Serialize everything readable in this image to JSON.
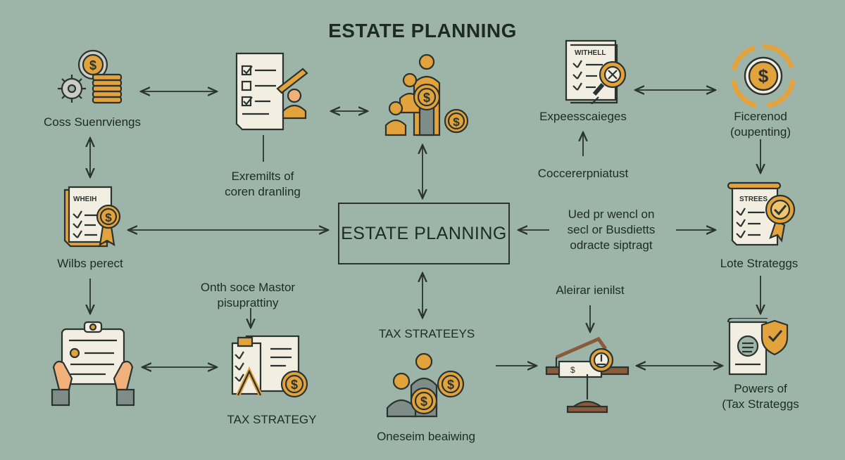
{
  "title": "ESTATE PLANNING",
  "hub": "ESTATE PLANNING",
  "labels": {
    "coss": "Coss Suenrviengs",
    "exremits": [
      "Exremilts of",
      "coren dranling"
    ],
    "expesscaieges": "Expeesscaieges",
    "ficerenod": [
      "Ficerenod",
      "(oupenting)"
    ],
    "coccerer": "Coccererpniatust",
    "wilbs": "Wilbs perect",
    "uied": [
      "Ued pr wencl on",
      "secl or Busdietts",
      "odracte siptragt"
    ],
    "lote": "Lote Strateggs",
    "onth": [
      "Onth soce Mastor",
      "pisuprattiny"
    ],
    "alelrar": "Aleirar ienilst",
    "tax_strateeys": "TAX STRATEEYS",
    "tax_strategy": "TAX STRATEGY",
    "oneseim": "Oneseim beaiwing",
    "powers": [
      "Powers of",
      "(Tax Strateggs"
    ]
  },
  "icon_text": {
    "will_doc_top": "WITHELL",
    "will_doc_left": "WHEIH",
    "strees": "STREES"
  },
  "colors": {
    "background": "#9db5a8",
    "ink": "#2a332f",
    "gold": "#e3a33c",
    "paper": "#f3eee2",
    "skin": "#f0b27a"
  }
}
